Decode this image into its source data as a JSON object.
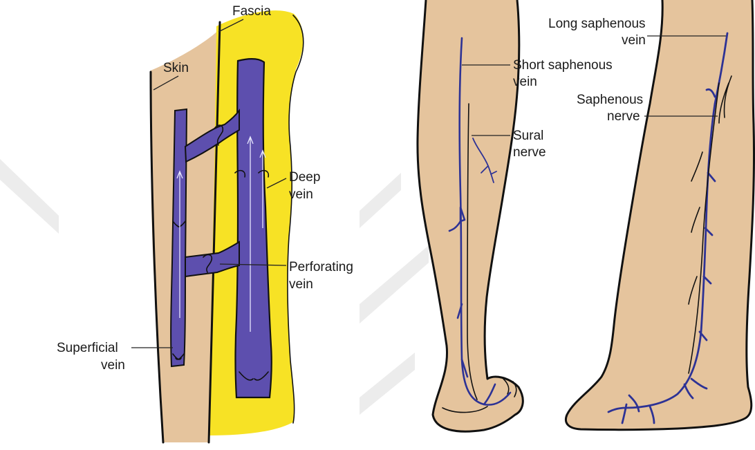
{
  "labels": {
    "fascia": "Fascia",
    "skin": "Skin",
    "deep_vein_1": "Deep",
    "deep_vein_2": "vein",
    "perforating_vein_1": "Perforating",
    "perforating_vein_2": "vein",
    "superficial_vein_1": "Superficial",
    "superficial_vein_2": "vein",
    "short_saphenous_1": "Short saphenous",
    "short_saphenous_2": "vein",
    "sural_nerve_1": "Sural",
    "sural_nerve_2": "nerve",
    "long_saphenous_1": "Long saphenous",
    "long_saphenous_2": "vein",
    "saphenous_nerve_1": "Saphenous",
    "saphenous_nerve_2": "nerve"
  },
  "colors": {
    "skin": "#e5c49d",
    "fascia": "#f7e225",
    "vein": "#5d4fae",
    "vein_line": "#2d3295",
    "outline": "#111111",
    "background": "#ffffff",
    "watermark": "#ececec"
  }
}
